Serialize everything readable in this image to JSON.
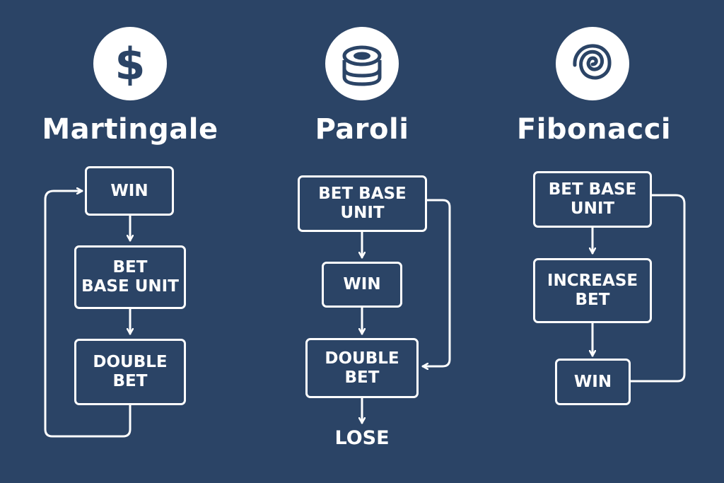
{
  "colors": {
    "background": "#2b4466",
    "foreground": "#ffffff"
  },
  "columns": [
    {
      "icon": "dollar-sign-icon",
      "title": "Martingale",
      "nodes": [
        "WIN",
        "BET\nBASE UNIT",
        "DOUBLE\nBET"
      ]
    },
    {
      "icon": "chip-stack-icon",
      "title": "Paroli",
      "nodes": [
        "BET BASE\nUNIT",
        "WIN",
        "DOUBLE\nBET"
      ],
      "end_label": "LOSE"
    },
    {
      "icon": "spiral-icon",
      "title": "Fibonacci",
      "nodes": [
        "BET BASE\nUNIT",
        "INCREASE\nBET",
        "WIN"
      ]
    }
  ]
}
